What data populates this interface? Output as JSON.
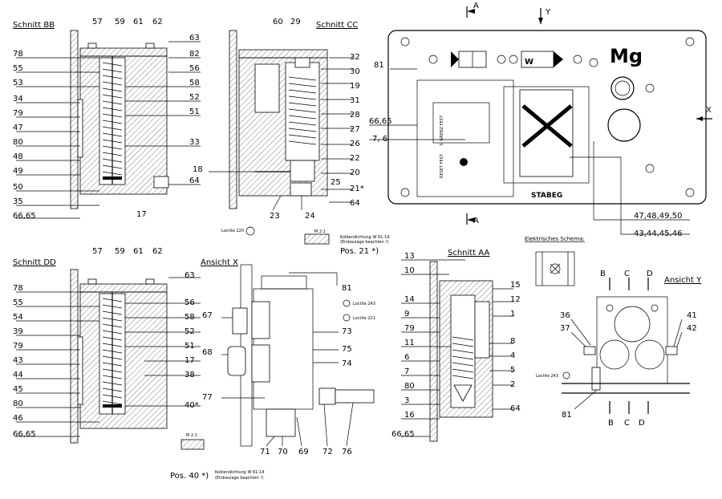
{
  "views": {
    "bb": {
      "title": "Schnitt BB",
      "callouts": [
        "57",
        "59",
        "61",
        "62",
        "63",
        "82",
        "56",
        "58",
        "52",
        "51",
        "33",
        "64",
        "17",
        "78",
        "55",
        "53",
        "34",
        "79",
        "47",
        "80",
        "48",
        "49",
        "50",
        "35",
        "66,65"
      ]
    },
    "cc": {
      "title": "Schnitt CC",
      "callouts": [
        "60",
        "29",
        "32",
        "30",
        "19",
        "31",
        "28",
        "27",
        "26",
        "22",
        "20",
        "21*",
        "25",
        "64",
        "24",
        "23",
        "18"
      ]
    },
    "dd": {
      "title": "Schnitt DD",
      "callouts": [
        "57",
        "59",
        "61",
        "62",
        "63",
        "78",
        "55",
        "54",
        "39",
        "79",
        "43",
        "44",
        "45",
        "80",
        "46",
        "66,65",
        "56",
        "58",
        "52",
        "51",
        "17",
        "38",
        "40*"
      ]
    },
    "x": {
      "title": "Ansicht X",
      "callouts": [
        "81",
        "67",
        "68",
        "77",
        "71",
        "70",
        "69",
        "72",
        "76",
        "73",
        "75",
        "74"
      ]
    },
    "aa": {
      "title": "Schnitt AA",
      "callouts": [
        "13",
        "10",
        "14",
        "9",
        "79",
        "11",
        "6",
        "7",
        "80",
        "3",
        "16",
        "66,65",
        "15",
        "12",
        "1",
        "8",
        "4",
        "5",
        "2",
        "64"
      ]
    },
    "y": {
      "title": "Ansicht Y",
      "callouts": [
        "36",
        "37",
        "41",
        "42",
        "81"
      ]
    },
    "front": {
      "callouts": [
        "81",
        "66,65",
        "7, 6",
        "47,48,49,50",
        "43,44,45,46"
      ]
    }
  },
  "labels": {
    "mg": "Mg",
    "stabeg": "STABEG",
    "elektrisches_schema": "Elektrisches Schema:",
    "pos21": "Pos. 21 *)",
    "pos40": "Pos. 40 *)",
    "kolbendichtung_1": "Kolbendichtung W 61-14",
    "kolbendichtung_2": "(Einbaulage beachten !)",
    "m21": "M 2:1",
    "loctite_220": "Loctite 220",
    "loctite_243": "Loctite 243",
    "loctite_221": "Loctite 221",
    "section_marks": {
      "a": "A",
      "b": "B",
      "c": "C",
      "d": "D",
      "x": "X",
      "y": "Y"
    },
    "plate_text_1": "3. GRENZ FEST",
    "plate_text_2": "RESET FEST"
  }
}
